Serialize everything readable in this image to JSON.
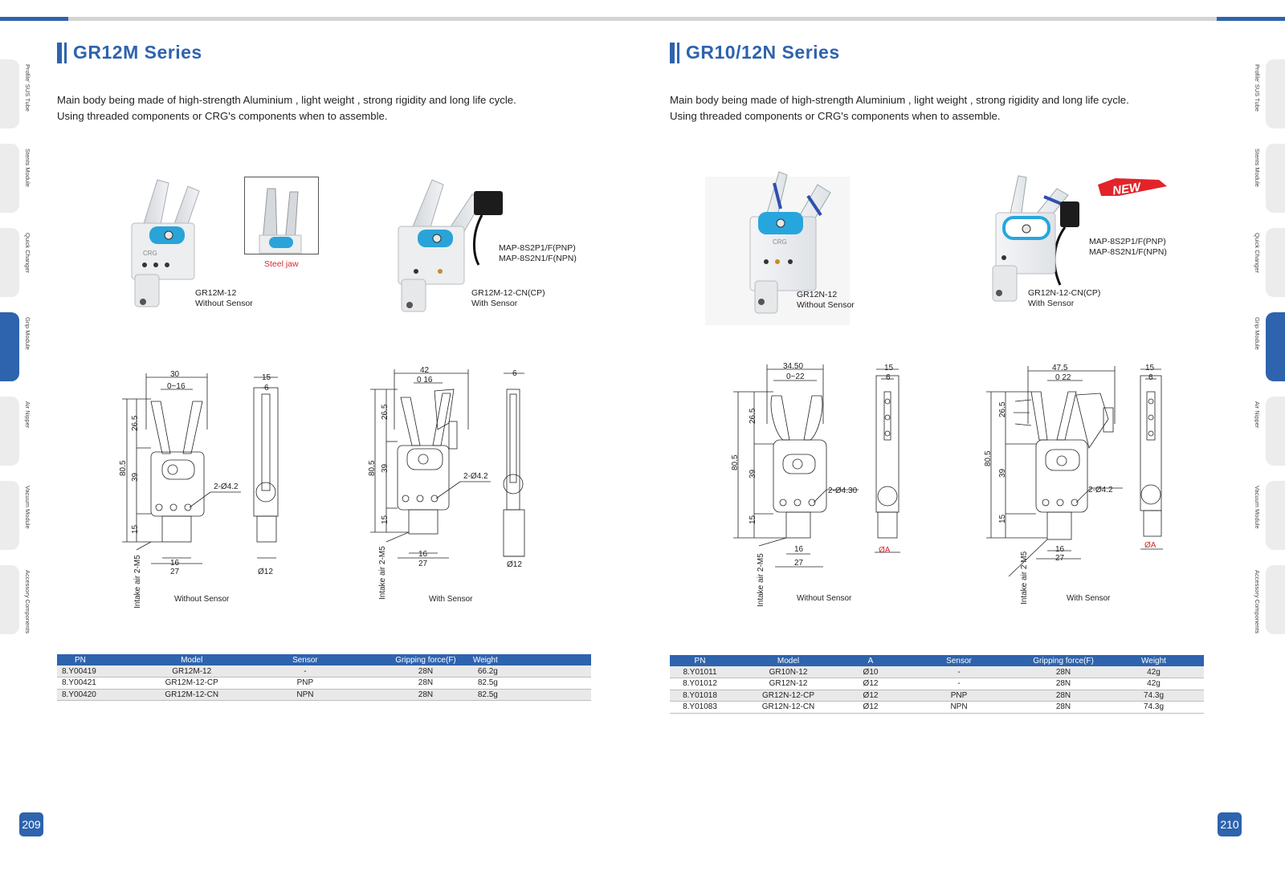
{
  "side_tabs": [
    "Profile' SUS Tube",
    "Stents Module",
    "Quick Changer",
    "Grip Module",
    "Air Nipper",
    "Vacuum Module",
    "Accessory Components"
  ],
  "active_tab": "Grip Module",
  "left": {
    "title": "GR12M Series",
    "desc_line1": "Main body being made of  high-strength Aluminium , light weight , strong rigidity and long life cycle.",
    "desc_line2": "Using threaded components or CRG's components when to assemble.",
    "steel_jaw": "Steel jaw",
    "prod1_model": "GR12M-12",
    "prod1_sensor": "Without Sensor",
    "prod2_map1": "MAP-8S2P1/F(PNP)",
    "prod2_map2": "MAP-8S2N1/F(NPN)",
    "prod2_model": "GR12M-12-CN(CP)",
    "prod2_sensor": "With Sensor",
    "drawing1": {
      "w30": "30",
      "stroke": "0~16",
      "w15": "15",
      "w6": "6",
      "h265": "26.5",
      "h805": "80.5",
      "h39": "39",
      "h15": "15",
      "hole": "2-Ø4.2",
      "w16": "16",
      "w27": "27",
      "dia": "Ø12",
      "intake": "Intake air 2-M5",
      "caption": "Without Sensor"
    },
    "drawing2": {
      "w42": "42",
      "stroke": "0 16",
      "w6": "6",
      "h265": "26.5",
      "h805": "80.5",
      "h39": "39",
      "h15": "15",
      "hole": "2-Ø4.2",
      "w16": "16",
      "w27": "27",
      "dia": "Ø12",
      "intake": "Intake air 2-M5",
      "caption": "With Sensor"
    },
    "table": {
      "headers": [
        "PN",
        "Model",
        "Sensor",
        "Gripping force(F)",
        "Weight"
      ],
      "rows": [
        [
          "8.Y00419",
          "GR12M-12",
          "-",
          "28N",
          "66.2g"
        ],
        [
          "8.Y00421",
          "GR12M-12-CP",
          "PNP",
          "28N",
          "82.5g"
        ],
        [
          "8.Y00420",
          "GR12M-12-CN",
          "NPN",
          "28N",
          "82.5g"
        ]
      ]
    },
    "page_number": "209"
  },
  "right": {
    "title": "GR10/12N Series",
    "desc_line1": "Main body being made of  high-strength Aluminium , light weight , strong rigidity and long life cycle.",
    "desc_line2": "Using threaded components or CRG's components when to assemble.",
    "new_badge": "NEW",
    "prod1_model": "GR12N-12",
    "prod1_sensor": "Without Sensor",
    "prod2_map1": "MAP-8S2P1/F(PNP)",
    "prod2_map2": "MAP-8S2N1/F(NPN)",
    "prod2_model": "GR12N-12-CN(CP)",
    "prod2_sensor": "With Sensor",
    "drawing1": {
      "w3450": "34.50",
      "stroke": "0~22",
      "w15": "15",
      "w6": "6",
      "h265": "26.5",
      "h805": "80.5",
      "h39": "39",
      "h15": "15",
      "hole": "2-Ø4.30",
      "w16": "16",
      "w27": "27",
      "dia": "ØA",
      "intake": "Intake air 2-M5",
      "caption": "Without Sensor"
    },
    "drawing2": {
      "w475": "47.5",
      "stroke": "0 22",
      "w15": "15",
      "w6": "6",
      "h265": "26.5",
      "h805": "80.5",
      "h39": "39",
      "h15": "15",
      "hole": "2-Ø4.2",
      "w16": "16",
      "w27": "27",
      "dia": "ØA",
      "intake": "Intake air 2 M5",
      "caption": "With Sensor"
    },
    "table": {
      "headers": [
        "PN",
        "Model",
        "A",
        "Sensor",
        "Gripping force(F)",
        "Weight"
      ],
      "rows": [
        [
          "8.Y01011",
          "GR10N-12",
          "Ø10",
          "-",
          "28N",
          "42g"
        ],
        [
          "8.Y01012",
          "GR12N-12",
          "Ø12",
          "-",
          "28N",
          "42g"
        ],
        [
          "8.Y01018",
          "GR12N-12-CP",
          "Ø12",
          "PNP",
          "28N",
          "74.3g"
        ],
        [
          "8.Y01083",
          "GR12N-12-CN",
          "Ø12",
          "NPN",
          "28N",
          "74.3g"
        ]
      ]
    },
    "page_number": "210"
  },
  "colors": {
    "brand_blue": "#2e63ad",
    "accent_red": "#d8282b",
    "row_grey": "#e9e9e9"
  }
}
